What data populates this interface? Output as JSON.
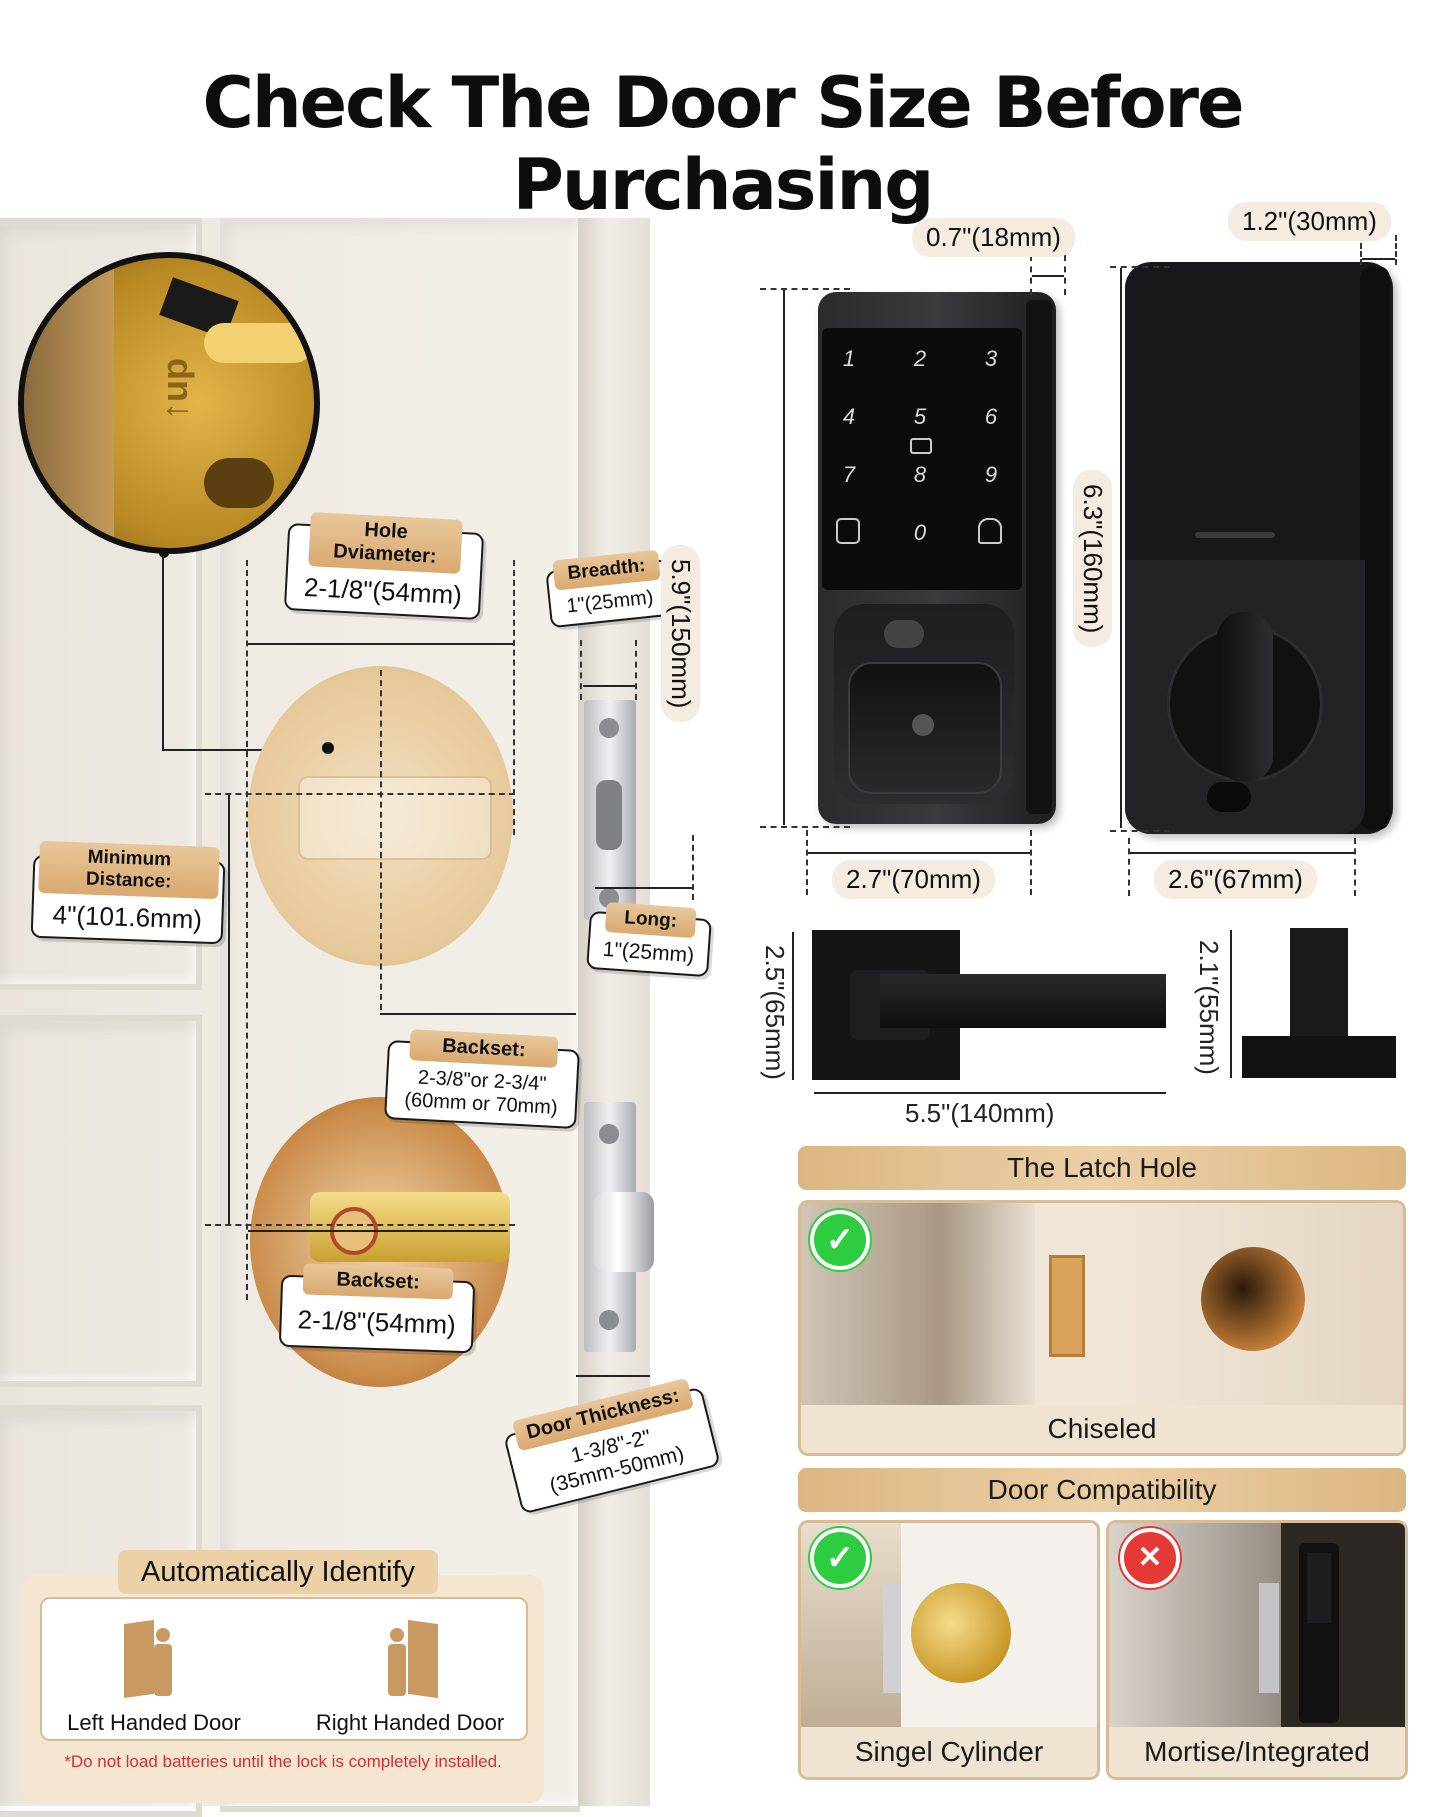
{
  "title": "Check The Door Size Before Purchasing",
  "door_labels": {
    "hole_diameter": {
      "tag": "Hole Dviameter:",
      "value": "2-1/8\"(54mm)"
    },
    "breadth": {
      "tag": "Breadth:",
      "value": "1\"(25mm)"
    },
    "minimum_distance": {
      "tag": "Minimum Distance:",
      "value": "4\"(101.6mm)"
    },
    "long": {
      "tag": "Long:",
      "value": "1\"(25mm)"
    },
    "backset_upper": {
      "tag": "Backset:",
      "value_line1": "2-3/8\"or 2-3/4\"",
      "value_line2": "(60mm or 70mm)"
    },
    "backset_lower": {
      "tag": "Backset:",
      "value": "2-1/8\"(54mm)"
    },
    "door_thickness": {
      "tag": "Door Thickness:",
      "value_line1": "1-3/8\"-2\"",
      "value_line2": "(35mm-50mm)"
    },
    "latch_stamp": "↑up"
  },
  "auto_identify": {
    "title": "Automatically Identify",
    "left_label": "Left Handed Door",
    "right_label": "Right Handed Door",
    "note": "*Do not load batteries until the lock is completely installed."
  },
  "lock_dimensions": {
    "front_depth": "0.7\"(18mm)",
    "back_depth": "1.2\"(30mm)",
    "front_height": "5.9\"(150mm)",
    "back_height": "6.3\"(160mm)",
    "front_width": "2.7\"(70mm)",
    "back_width": "2.6\"(67mm)",
    "lever_height": "2.5\"(65mm)",
    "lever_length": "5.5\"(140mm)",
    "lever_side_height": "2.1\"(55mm)"
  },
  "keypad": {
    "keys": [
      "1",
      "2",
      "3",
      "4",
      "5",
      "6",
      "7",
      "8",
      "9",
      "0"
    ]
  },
  "latch_hole": {
    "title": "The Latch Hole",
    "caption": "Chiseled",
    "status_icon": "check-icon"
  },
  "door_compatibility": {
    "title": "Door Compatibility",
    "items": [
      {
        "caption": "Singel Cylinder",
        "status_icon": "check-icon"
      },
      {
        "caption": "Mortise/Integrated",
        "status_icon": "cross-icon"
      }
    ]
  },
  "colors": {
    "accent_gold": "#dcb682",
    "check_green": "#2ecc40",
    "cross_red": "#e53935",
    "note_red": "#d32f2f",
    "lock_black": "#1c1c1e"
  }
}
